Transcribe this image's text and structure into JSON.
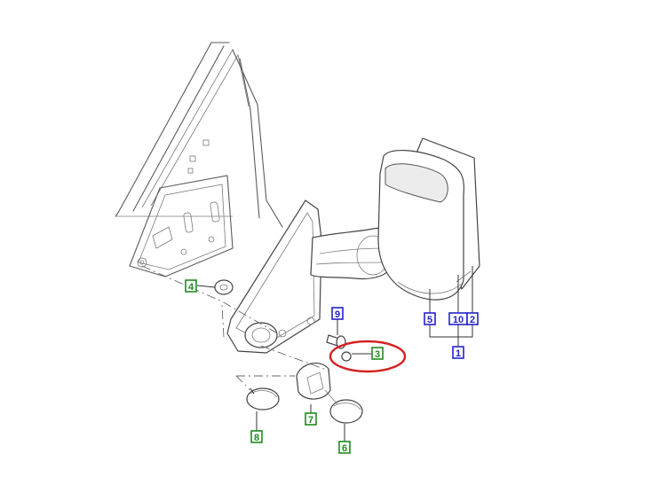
{
  "callouts": {
    "c1": "1",
    "c2": "2",
    "c3": "3",
    "c4": "4",
    "c5": "5",
    "c6": "6",
    "c7": "7",
    "c8": "8",
    "c9": "9",
    "c10": "10"
  },
  "colors": {
    "green_callout": "#1f8a1f",
    "blue_callout": "#2323c8",
    "highlight": "#d42020"
  }
}
